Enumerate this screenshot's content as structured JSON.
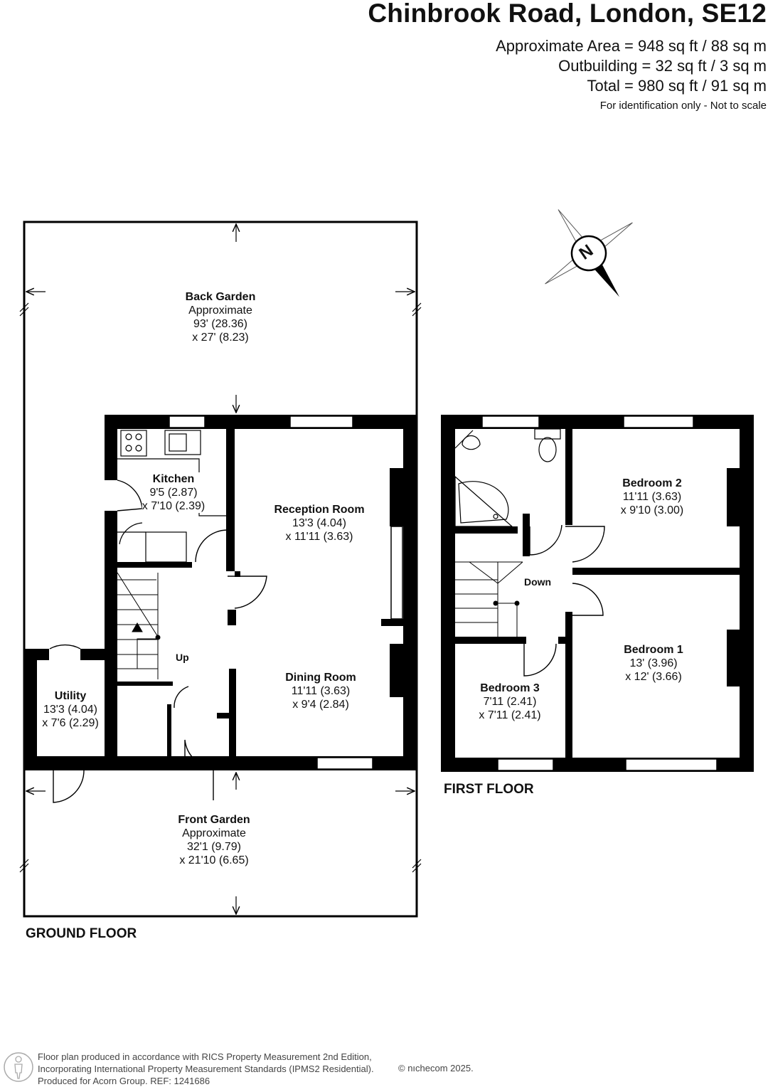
{
  "header": {
    "title": "Chinbrook Road, London, SE12",
    "areas": [
      "Approximate Area = 948 sq ft / 88 sq m",
      "Outbuilding = 32 sq ft / 3 sq m",
      "Total = 980 sq ft / 91 sq m"
    ],
    "note": "For identification only - Not to scale"
  },
  "compass": {
    "label": "N"
  },
  "ground_floor": {
    "label": "GROUND FLOOR",
    "stair_label": "Up",
    "rooms": {
      "back_garden": {
        "name": "Back Garden",
        "lines": [
          "Approximate",
          "93' (28.36)",
          "x 27' (8.23)"
        ]
      },
      "kitchen": {
        "name": "Kitchen",
        "lines": [
          "9'5 (2.87)",
          "x 7'10 (2.39)"
        ]
      },
      "reception": {
        "name": "Reception Room",
        "lines": [
          "13'3 (4.04)",
          "x 11'11 (3.63)"
        ]
      },
      "dining": {
        "name": "Dining Room",
        "lines": [
          "11'11 (3.63)",
          "x 9'4 (2.84)"
        ]
      },
      "utility": {
        "name": "Utility",
        "lines": [
          "13'3 (4.04)",
          "x 7'6 (2.29)"
        ]
      },
      "front_garden": {
        "name": "Front Garden",
        "lines": [
          "Approximate",
          "32'1 (9.79)",
          "x 21'10 (6.65)"
        ]
      }
    }
  },
  "first_floor": {
    "label": "FIRST FLOOR",
    "stair_label": "Down",
    "rooms": {
      "bedroom2": {
        "name": "Bedroom 2",
        "lines": [
          "11'11 (3.63)",
          "x 9'10 (3.00)"
        ]
      },
      "bedroom1": {
        "name": "Bedroom 1",
        "lines": [
          "13' (3.96)",
          "x 12' (3.66)"
        ]
      },
      "bedroom3": {
        "name": "Bedroom 3",
        "lines": [
          "7'11 (2.41)",
          "x 7'11 (2.41)"
        ]
      }
    }
  },
  "footer": {
    "lines": [
      "Floor plan produced in accordance with RICS Property Measurement 2nd Edition,",
      "Incorporating International Property Measurement Standards (IPMS2 Residential).",
      "Produced for Acorn Group.   REF: 1241686"
    ],
    "copyright": "© nıchecom 2025."
  }
}
